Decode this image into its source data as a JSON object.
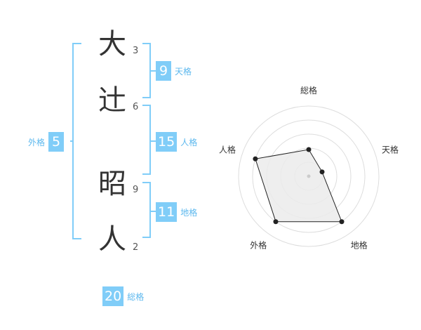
{
  "colors": {
    "accent": "#80cdf8",
    "accent_text": "#5db8ee",
    "text": "#333333",
    "radar_fill": "#ebebeb",
    "radar_line": "#222222",
    "grid": "#dddddd"
  },
  "name": {
    "characters": [
      {
        "char": "大",
        "strokes": "3"
      },
      {
        "char": "辻",
        "strokes": "6"
      },
      {
        "char": "昭",
        "strokes": "9"
      },
      {
        "char": "人",
        "strokes": "2"
      }
    ]
  },
  "kakusu": {
    "tenkaku": {
      "value": "9",
      "label": "天格"
    },
    "jinkaku": {
      "value": "15",
      "label": "人格"
    },
    "chikaku": {
      "value": "11",
      "label": "地格"
    },
    "gaikaku": {
      "value": "5",
      "label": "外格"
    },
    "soukaku": {
      "value": "20",
      "label": "総格"
    }
  },
  "chart_data": {
    "type": "radar",
    "axes": [
      "総格",
      "天格",
      "地格",
      "外格",
      "人格"
    ],
    "values": [
      0.38,
      0.2,
      0.8,
      0.8,
      0.8
    ],
    "rings": 5,
    "grid": true
  }
}
